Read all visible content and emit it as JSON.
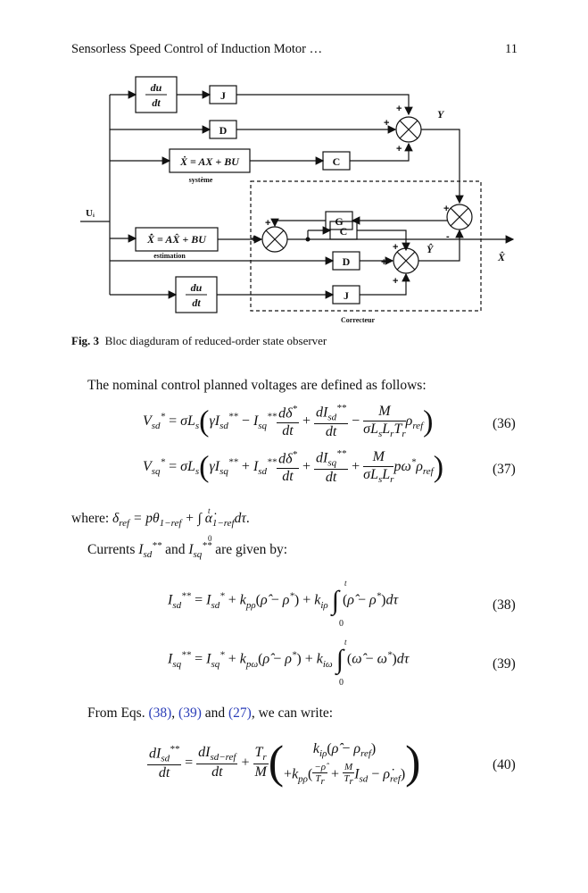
{
  "header": {
    "running_title": "Sensorless Speed Control of Induction Motor …",
    "page_number": "11"
  },
  "figure": {
    "block_du_dt_num": "du",
    "block_du_dt_den": "dt",
    "block_J": "J",
    "block_D": "D",
    "block_C": "C",
    "block_G": "G",
    "system_eq": "Ẋ = AX + BU",
    "system_label": "système",
    "estimation_eq": "X̂̇ = AX̂ + BU",
    "estimation_label": "estimation",
    "input_label": "Uᵢ",
    "output_Y": "Y",
    "output_Yhat": "Ŷ",
    "output_Xhat": "X̂",
    "corrector_label": "Correcteur",
    "plus": "+",
    "minus": "-"
  },
  "caption": {
    "label": "Fig. 3",
    "text": "Bloc diagduram of reduced-order state observer"
  },
  "text": {
    "intro": "The nominal control planned voltages are defined as follows:",
    "where_prefix": "where: ",
    "currents_line": "Currents I**sd and I**sq are given by:",
    "from_eqs_prefix": "From Eqs. ",
    "ref1": "(38)",
    "ref2": "(39)",
    "ref3": "(27)",
    "from_eqs_suffix": ", we can write:",
    "and_word": " and ",
    "comma": ", "
  },
  "equations": {
    "n36": "(36)",
    "n37": "(37)",
    "n38": "(38)",
    "n39": "(39)",
    "n40": "(40)"
  }
}
